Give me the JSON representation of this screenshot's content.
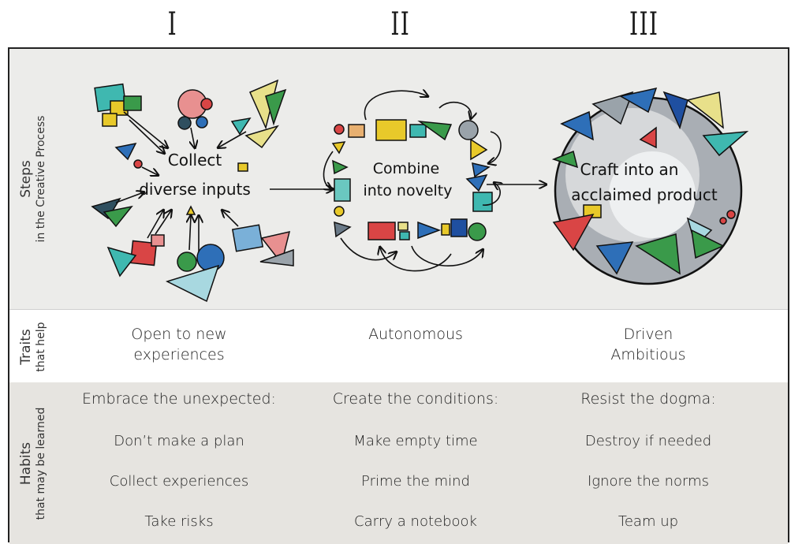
{
  "columns": [
    {
      "numeral": "I",
      "step_line1": "Collect",
      "step_line2": "diverse inputs",
      "traits": [
        "Open to new",
        "experiences"
      ],
      "habit_heading": "Embrace the unexpected:",
      "habits": [
        "Don’t make a plan",
        "Collect experiences",
        "Take risks"
      ]
    },
    {
      "numeral": "II",
      "step_line1": "Combine",
      "step_line2": "into novelty",
      "traits": [
        "Autonomous"
      ],
      "habit_heading": "Create the conditions:",
      "habits": [
        "Make empty time",
        "Prime the mind",
        "Carry a notebook"
      ]
    },
    {
      "numeral": "III",
      "step_line1": "Craft into an",
      "step_line2": "acclaimed product",
      "traits": [
        "Driven",
        "Ambitious"
      ],
      "habit_heading": "Resist the dogma:",
      "habits": [
        "Destroy if needed",
        "Ignore the norms",
        "Team up"
      ]
    }
  ],
  "rows": {
    "steps": {
      "line1": "Steps",
      "line2": "in the Creative Process"
    },
    "traits": {
      "line1": "Traits",
      "line2": "that help"
    },
    "habits": {
      "line1": "Habits",
      "line2": "that may be learned"
    }
  },
  "colors": {
    "blue": "#2e6fb8",
    "green": "#3a9a4a",
    "yellow": "#e8c92a",
    "red": "#d94545",
    "teal": "#3fb8b0",
    "pink": "#e89090",
    "gray": "#8a8f96"
  }
}
